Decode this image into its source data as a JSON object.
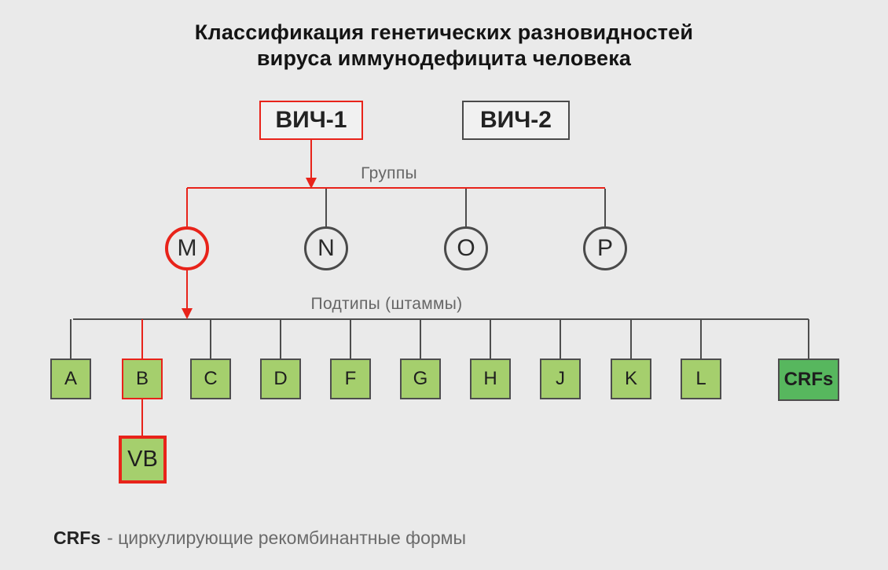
{
  "title": {
    "line1": "Классификация генетических разновидностей",
    "line2": "вируса иммунодефицита человека"
  },
  "viruses": [
    {
      "label": "ВИЧ-1",
      "highlighted": true
    },
    {
      "label": "ВИЧ-2",
      "highlighted": false
    }
  ],
  "groups": {
    "section_label": "Группы",
    "items": [
      {
        "label": "M",
        "highlighted": true
      },
      {
        "label": "N",
        "highlighted": false
      },
      {
        "label": "O",
        "highlighted": false
      },
      {
        "label": "P",
        "highlighted": false
      }
    ]
  },
  "subtypes": {
    "section_label": "Подтипы (штаммы)",
    "items": [
      {
        "label": "A",
        "highlighted": false
      },
      {
        "label": "B",
        "highlighted": true
      },
      {
        "label": "C",
        "highlighted": false
      },
      {
        "label": "D",
        "highlighted": false
      },
      {
        "label": "F",
        "highlighted": false
      },
      {
        "label": "G",
        "highlighted": false
      },
      {
        "label": "H",
        "highlighted": false
      },
      {
        "label": "J",
        "highlighted": false
      },
      {
        "label": "K",
        "highlighted": false
      },
      {
        "label": "L",
        "highlighted": false
      },
      {
        "label": "CRFs",
        "highlighted": false,
        "variant": "dark"
      }
    ]
  },
  "variant_node": {
    "label": "VB",
    "highlighted": true
  },
  "legend": {
    "term": "CRFs",
    "definition": "- циркулирующие рекомбинантные формы"
  },
  "colors": {
    "background": "#eaeaea",
    "accent_red": "#e8231a",
    "green_light": "#a5cf6d",
    "green_dark": "#57b75e",
    "line_gray": "#4d4d4d",
    "label_gray": "#666666"
  }
}
